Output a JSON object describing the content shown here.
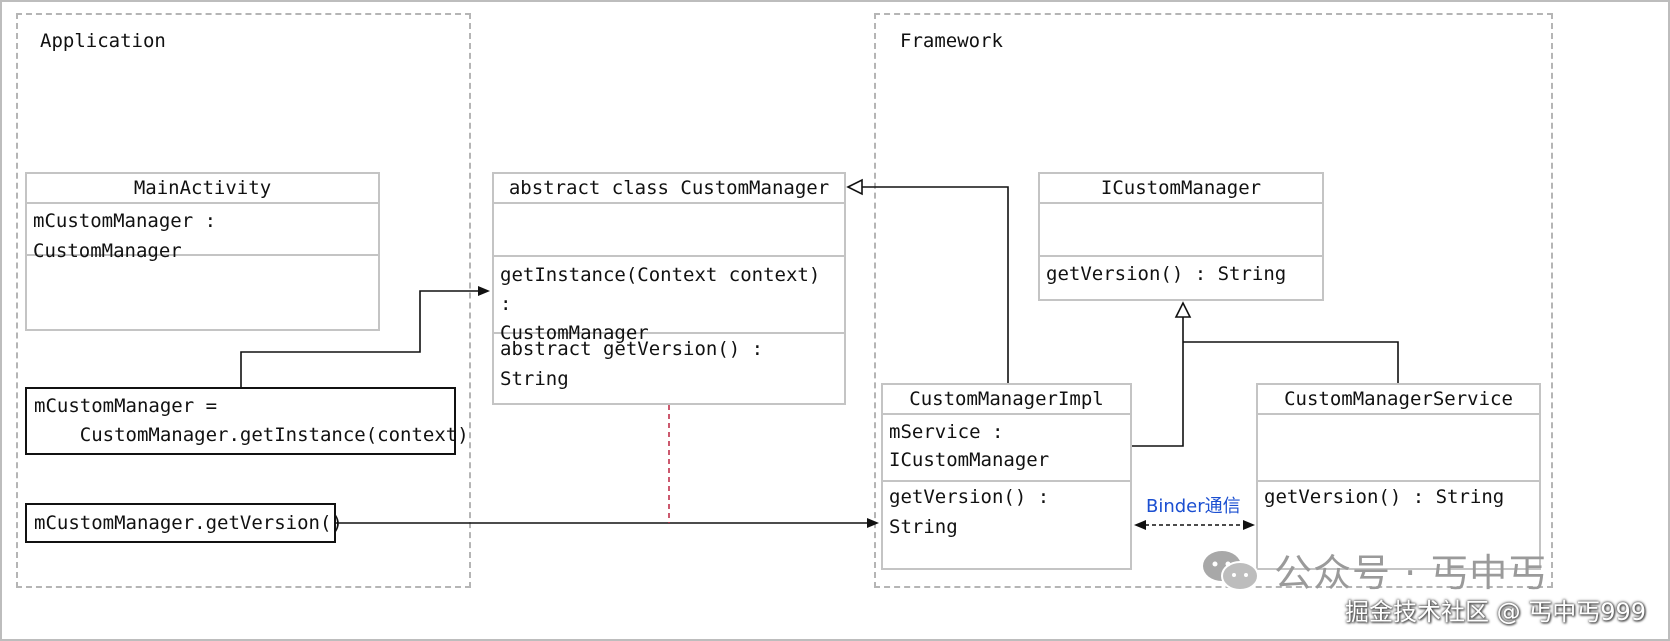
{
  "regions": {
    "application": {
      "title": "Application"
    },
    "framework": {
      "title": "Framework"
    }
  },
  "classes": {
    "main_activity": {
      "name": "MainActivity",
      "attributes": [
        "mCustomManager : CustomManager"
      ],
      "methods": []
    },
    "custom_manager": {
      "name": "abstract class CustomManager",
      "attributes": [],
      "methods_1": [
        "getInstance(Context context) :",
        "CustomManager"
      ],
      "methods_2": [
        "abstract getVersion() : String"
      ]
    },
    "icustom_manager": {
      "name": "ICustomManager",
      "attributes": [],
      "methods": [
        "getVersion() : String"
      ]
    },
    "custom_manager_impl": {
      "name": "CustomManagerImpl",
      "attributes": [
        "mService :",
        "ICustomManager"
      ],
      "methods": [
        "getVersion() : String"
      ]
    },
    "custom_manager_service": {
      "name": "CustomManagerService",
      "attributes": [],
      "methods": [
        "getVersion() : String"
      ]
    }
  },
  "notes": {
    "get_instance_call": {
      "line1": "mCustomManager =",
      "line2": "    CustomManager.getInstance(context)"
    },
    "get_version_call": {
      "line1": "mCustomManager.getVersion()"
    }
  },
  "connectors": {
    "binder_label": "Binder通信"
  },
  "watermark": {
    "line1": "公众号 · 丐中丐",
    "line2": "掘金技术社区 @ 丐中丐999"
  },
  "colors": {
    "box_border": "#c4c4c4",
    "region_border": "#b5b5b5",
    "dashed_dependency": "#c0304a",
    "binder_label": "#1b4fd1"
  }
}
